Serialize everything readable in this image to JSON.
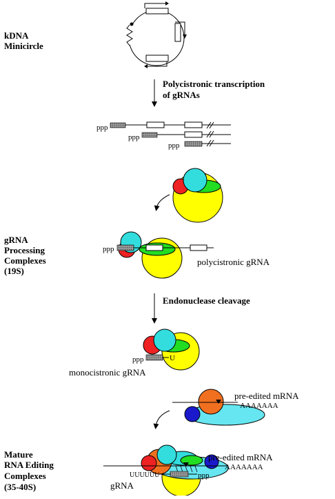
{
  "labels": {
    "kdna_line1": "kDNA",
    "kdna_line2": "Minicircle",
    "step1_line1": "Polycistronic transcription",
    "step1_line2": "of gRNAs",
    "ppp": "ppp",
    "processing_line1": "gRNA",
    "processing_line2": "Processing",
    "processing_line3": "Complexes",
    "processing_line4": "(19S)",
    "polycistronic_grna": "polycistronic gRNA",
    "step2": "Endonuclease cleavage",
    "u": "U",
    "monocistronic_grna": "monocistronic gRNA",
    "pre_edited_mrna": "pre-edited mRNA",
    "polya": "AAAAAAA",
    "mature_line1": "Mature",
    "mature_line2": "RNA Editing",
    "mature_line3": "Complexes",
    "mature_line4": "(35-40S)",
    "uuu": "UUUUUU",
    "grna": "gRNA"
  },
  "colors": {
    "yellow": "#ffff00",
    "cyan": "#33dddd",
    "green": "#22dd22",
    "red": "#ee2222",
    "orange": "#f07020",
    "blue": "#1a1acc",
    "light_cyan": "#66e6f0",
    "gene_box": "#999999"
  }
}
